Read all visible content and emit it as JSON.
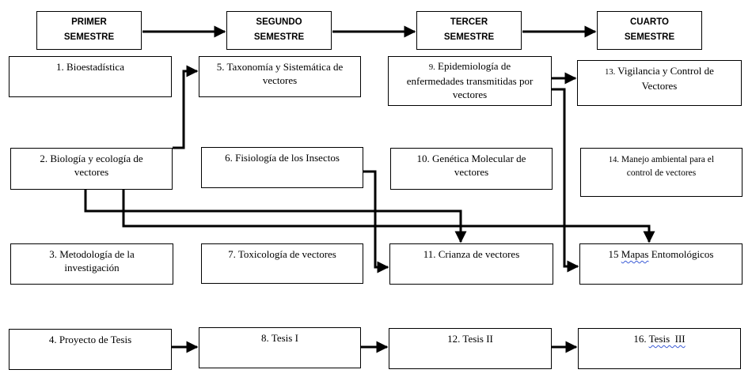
{
  "semesters": {
    "s1": [
      "PRIMER",
      "SEMESTRE"
    ],
    "s2": [
      "SEGUNDO",
      "SEMESTRE"
    ],
    "s3": [
      "TERCER",
      "SEMESTRE"
    ],
    "s4": [
      "CUARTO",
      "SEMESTRE"
    ]
  },
  "courses": {
    "c1": "1. Bioestadística",
    "c2": [
      "2. Biología y ecología de",
      "vectores"
    ],
    "c3": [
      "3. Metodología de la",
      "investigación"
    ],
    "c4": "4. Proyecto de Tesis",
    "c5": [
      "5. Taxonomía y Sistemática de",
      "vectores"
    ],
    "c6": "6. Fisiología de los Insectos",
    "c7": "7. Toxicología de vectores",
    "c8": "8. Tesis I",
    "c9": {
      "num": "9.",
      "lines": [
        "Epidemiología de",
        "enfermedades transmitidas por",
        "vectores"
      ]
    },
    "c10": [
      "10. Genética Molecular de",
      "vectores"
    ],
    "c11": "11. Crianza de vectores",
    "c12": "12. Tesis II",
    "c13": {
      "num": "13.",
      "lines": [
        "Vigilancia y Control de",
        "Vectores"
      ]
    },
    "c14": {
      "num": "14.",
      "lines": [
        "Manejo ambiental para el",
        "control de vectores"
      ]
    },
    "c15": {
      "pre": "15 ",
      "spell": "Mapas",
      "post": " Entomológicos"
    },
    "c16": {
      "pre": "16. ",
      "spell": "Tesis  III"
    }
  }
}
